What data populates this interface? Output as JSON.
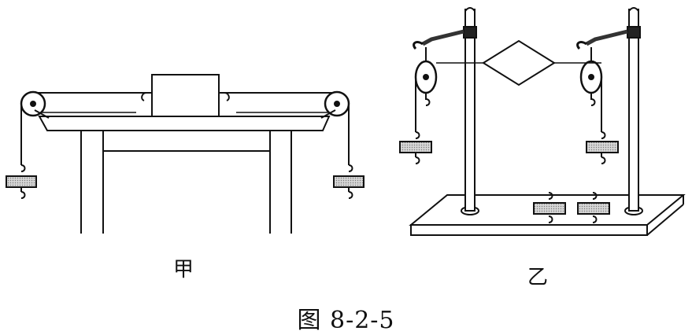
{
  "figure": {
    "label_left": "甲",
    "label_right": "乙",
    "caption": "图 8-2-5"
  }
}
